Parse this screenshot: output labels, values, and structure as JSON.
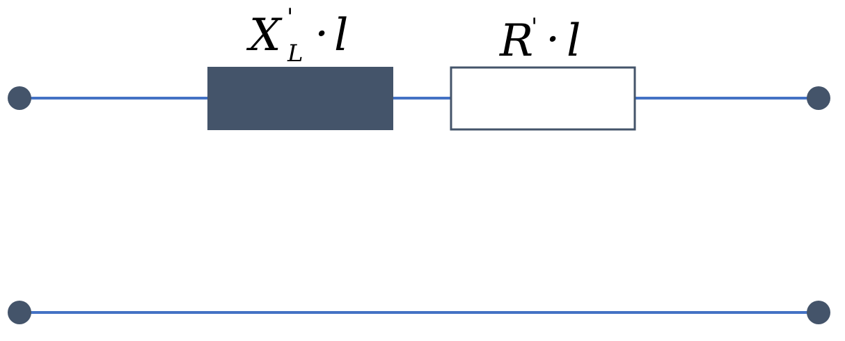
{
  "diagram": {
    "colors": {
      "wire": "#4472C4",
      "terminal": "#44546A",
      "inductor_fill": "#44546A",
      "resistor_stroke": "#44546A",
      "resistor_fill": "#FFFFFF",
      "text": "#000000"
    },
    "inductor_label": {
      "main": "X",
      "prime": "'",
      "subscript": "L",
      "dot": "·",
      "length": "l"
    },
    "resistor_label": {
      "main": "R",
      "prime": "'",
      "dot": "·",
      "length": "l"
    }
  }
}
